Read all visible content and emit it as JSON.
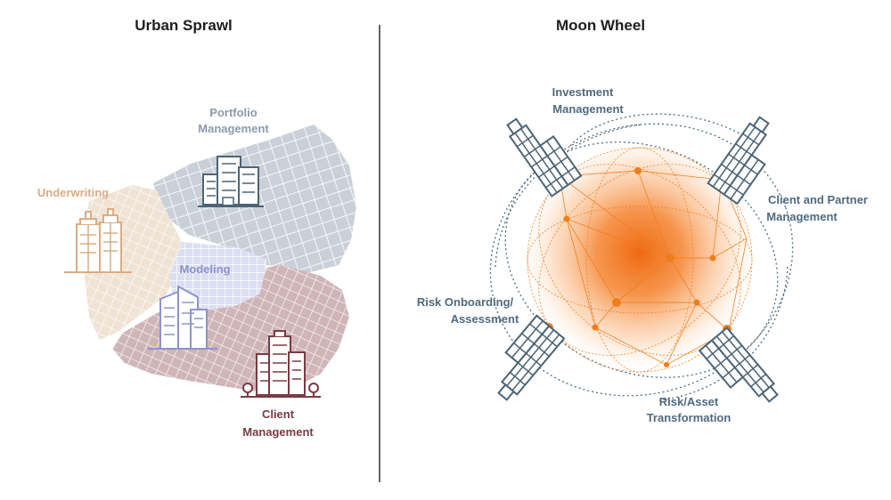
{
  "left_panel": {
    "title": "Urban Sprawl",
    "labels": {
      "portfolio": [
        "Portfolio",
        "Management"
      ],
      "underwriting": "Underwriting",
      "modeling": "Modeling",
      "client": [
        "Client",
        "Management"
      ]
    }
  },
  "right_panel": {
    "title": "Moon Wheel",
    "labels": {
      "investment": [
        "Investment",
        "Management"
      ],
      "client_partner": [
        "Client and Partner",
        "Management"
      ],
      "risk_onboarding": [
        "Risk Onboarding/",
        "Assessment"
      ],
      "risk_asset": [
        "Risk/Asset",
        "Transformation"
      ]
    }
  },
  "colors": {
    "portfolio": "#8c9aab",
    "underwriting": "#d9ad84",
    "modeling": "#8e93cc",
    "client": "#7a3b44",
    "building_slate": "#4c6477",
    "label_slate": "#4f6a80",
    "orange": "#f07d1c",
    "divider": "#333333"
  }
}
